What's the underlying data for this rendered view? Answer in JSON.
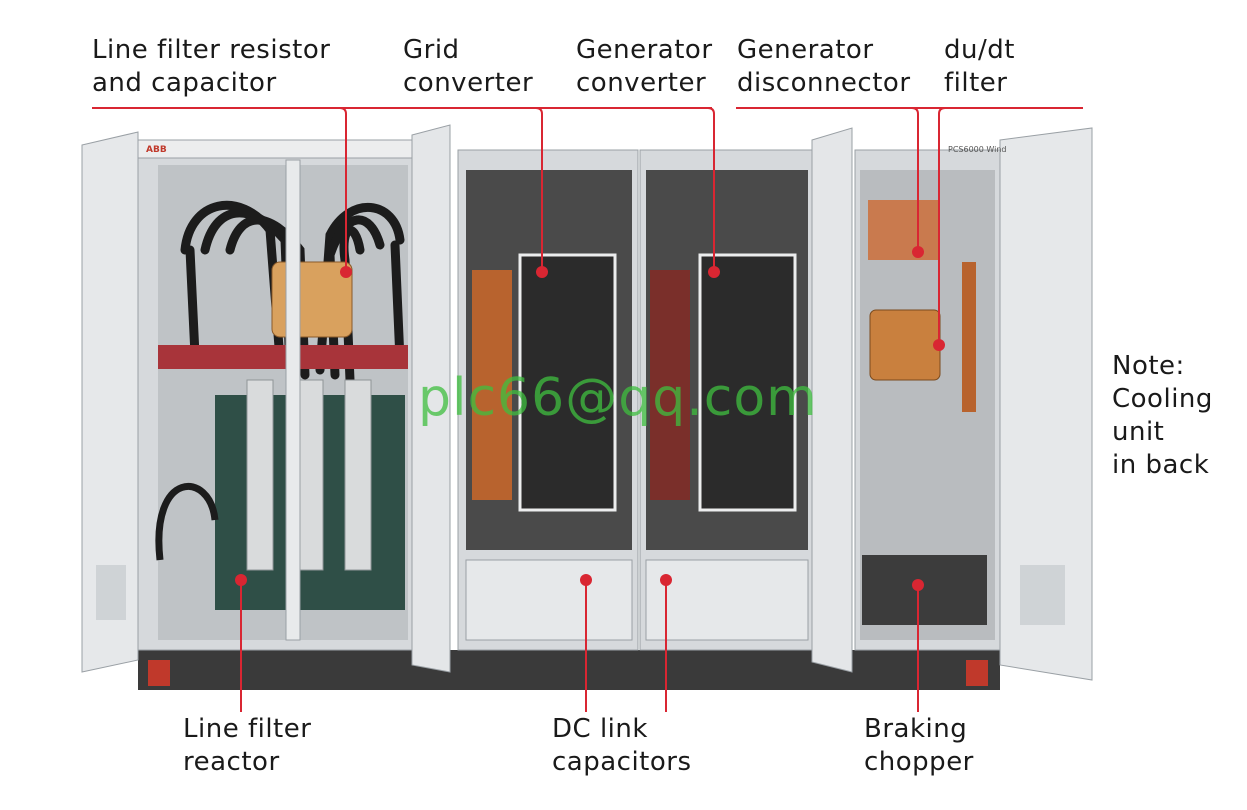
{
  "colors": {
    "leader": "#d92632",
    "cabinet": "#dcdfe2",
    "door": "#e6e8ea",
    "cable": "#1c1c1c",
    "busbar": "#c97a4e",
    "copper": "#b8632e",
    "reactor_green": "#2f4f47",
    "base": "#3a3a3a",
    "watermark": "#3fbf3f"
  },
  "labels": {
    "line_filter_resistor": {
      "line1": "Line filter resistor",
      "line2": "and capacitor"
    },
    "grid_converter": {
      "line1": "Grid",
      "line2": "converter"
    },
    "generator_converter": {
      "line1": "Generator",
      "line2": "converter"
    },
    "generator_disconnector": {
      "line1": "Generator",
      "line2": "disconnector"
    },
    "dudt_filter": {
      "line1": "du/dt",
      "line2": "filter"
    },
    "note": {
      "line1": "Note:",
      "line2": "Cooling",
      "line3": "unit",
      "line4": "in back"
    },
    "line_filter_reactor": {
      "line1": "Line filter",
      "line2": "reactor"
    },
    "dc_link_capacitors": {
      "line1": "DC link",
      "line2": "capacitors"
    },
    "braking_chopper": {
      "line1": "Braking",
      "line2": "chopper"
    }
  },
  "cabinet_marks": {
    "brand": "ABB",
    "model": "PCS6000 Wind"
  },
  "watermark": "plc66@qq.com"
}
